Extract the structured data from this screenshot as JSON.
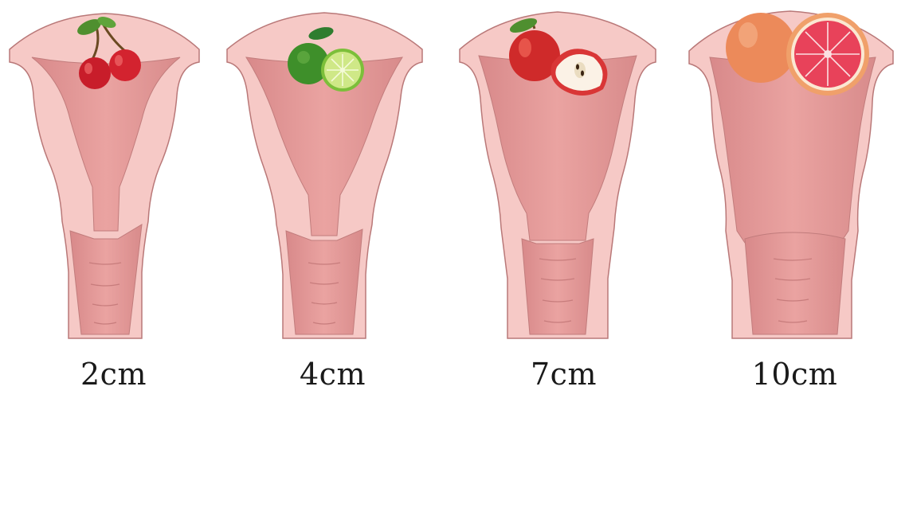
{
  "stages": [
    {
      "dilation_label": "2cm",
      "fruit_icon": "cherry-icon"
    },
    {
      "dilation_label": "4cm",
      "fruit_icon": "lime-icon"
    },
    {
      "dilation_label": "7cm",
      "fruit_icon": "apple-icon"
    },
    {
      "dilation_label": "10cm",
      "fruit_icon": "grapefruit-icon"
    }
  ],
  "colors": {
    "outer_tissue": "#f6c9c6",
    "outline": "#b97878",
    "inner_cavity": "#e79d9a",
    "inner_cavity_dark": "#d68a88"
  }
}
